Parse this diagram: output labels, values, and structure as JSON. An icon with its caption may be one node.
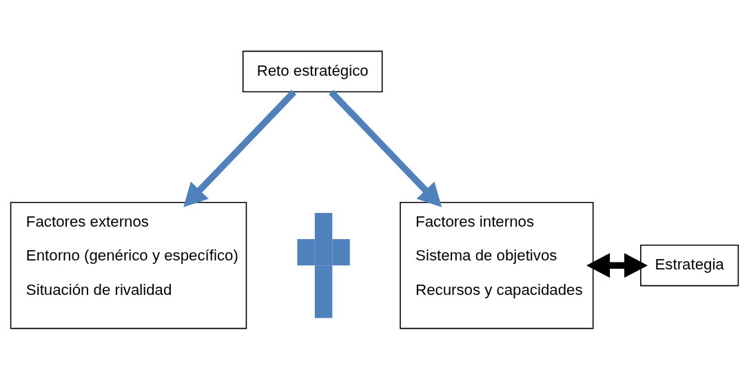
{
  "diagram": {
    "nodes": [
      {
        "text": [
          "Reto estratégico"
        ]
      },
      {
        "text": [
          "Factores externos",
          "Entorno (genérico y específico)",
          "Situación de rivalidad"
        ]
      },
      {
        "text": [],
        "shape": "plus"
      },
      {
        "text": [
          "Factores internos",
          "Sistema de objetivos",
          "Recursos y capacidades"
        ]
      },
      {
        "text": [
          "Estrategia"
        ]
      }
    ],
    "edges": [
      {
        "from": 0,
        "to": 1,
        "arrow": "to",
        "color": "#4f81bd"
      },
      {
        "from": 0,
        "to": 3,
        "arrow": "to",
        "color": "#4f81bd"
      },
      {
        "from": 3,
        "to": 4,
        "arrow": "both",
        "color": "#000000"
      }
    ]
  }
}
